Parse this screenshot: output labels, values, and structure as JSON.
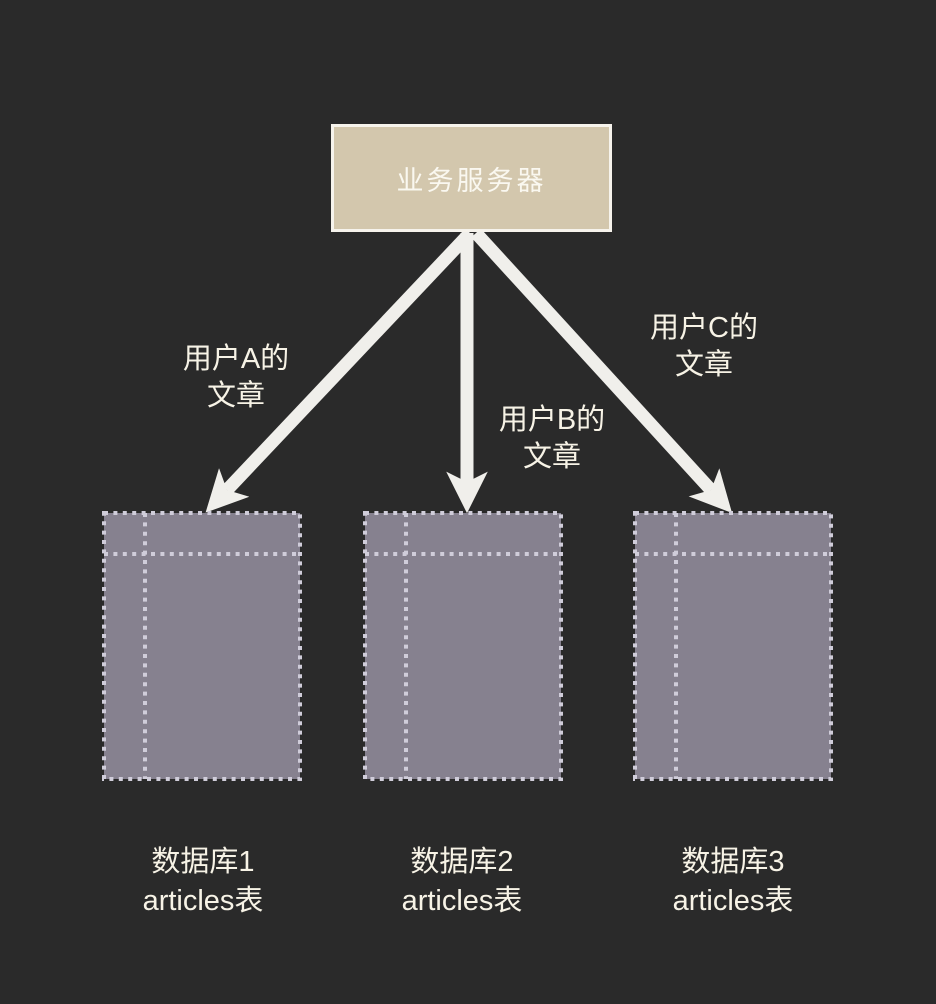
{
  "server": {
    "label": "业务服务器"
  },
  "arrows": [
    {
      "name": "arrow-user-a",
      "label_lines": [
        "用户A的",
        "文章"
      ]
    },
    {
      "name": "arrow-user-b",
      "label_lines": [
        "用户B的",
        "文章"
      ]
    },
    {
      "name": "arrow-user-c",
      "label_lines": [
        "用户C的",
        "文章"
      ]
    }
  ],
  "databases": [
    {
      "lines": [
        "数据库1",
        "articles表"
      ]
    },
    {
      "lines": [
        "数据库2",
        "articles表"
      ]
    },
    {
      "lines": [
        "数据库3",
        "articles表"
      ]
    }
  ],
  "colors": {
    "bg": "#2a2a2a",
    "server_fill": "#d3c7ad",
    "server_border": "#f6f3ec",
    "server_text": "#faf8f0",
    "db_fill": "#86818f",
    "db_dash": "#d0cdda",
    "arrow": "#f0efeb",
    "label_text": "#f7f3e6"
  }
}
